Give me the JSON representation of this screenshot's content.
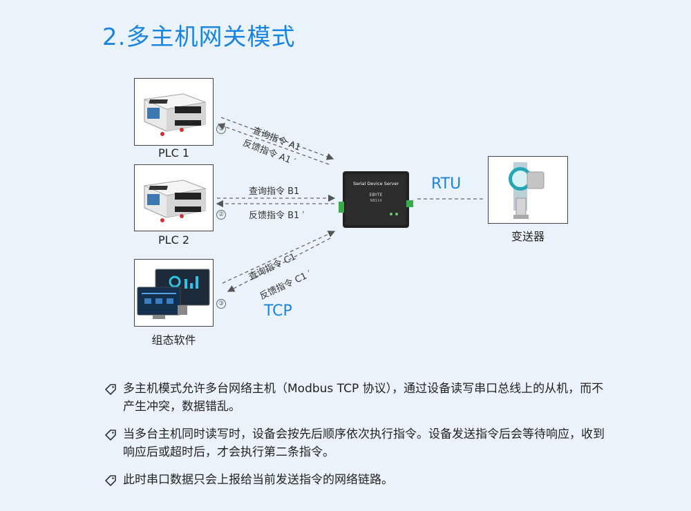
{
  "title": "2.多主机网关模式",
  "devices": {
    "plc1_label": "PLC 1",
    "plc2_label": "PLC 2",
    "scada_label": "组态软件",
    "transmitter_label": "变送器",
    "server_brand": "EBYTE",
    "server_name": "Serial Device Server",
    "server_model": "NB114"
  },
  "markers": {
    "m1": "①",
    "m2": "②",
    "m3": "③"
  },
  "commands": {
    "a_query": "查询指令 A1",
    "a_reply": "反馈指令 A1 ′",
    "b_query": "查询指令 B1",
    "b_reply": "反馈指令 B1 ′",
    "c_query": "查询指令 C1",
    "c_reply": "反馈指令 C1 ′"
  },
  "protocols": {
    "rtu": "RTU",
    "tcp": "TCP"
  },
  "notes": [
    "多主机模式允许多台网络主机（Modbus TCP 协议），通过设备读写串口总线上的从机，而不产生冲突，数据错乱。",
    "当多台主机同时读写时，设备会按先后顺序依次执行指令。设备发送指令后会等待响应，收到响应后或超时后，才会执行第二条指令。",
    "此时串口数据只会上报给当前发送指令的网络链路。"
  ],
  "colors": {
    "accent": "#1a84e3",
    "background": "#eaf3fc"
  }
}
